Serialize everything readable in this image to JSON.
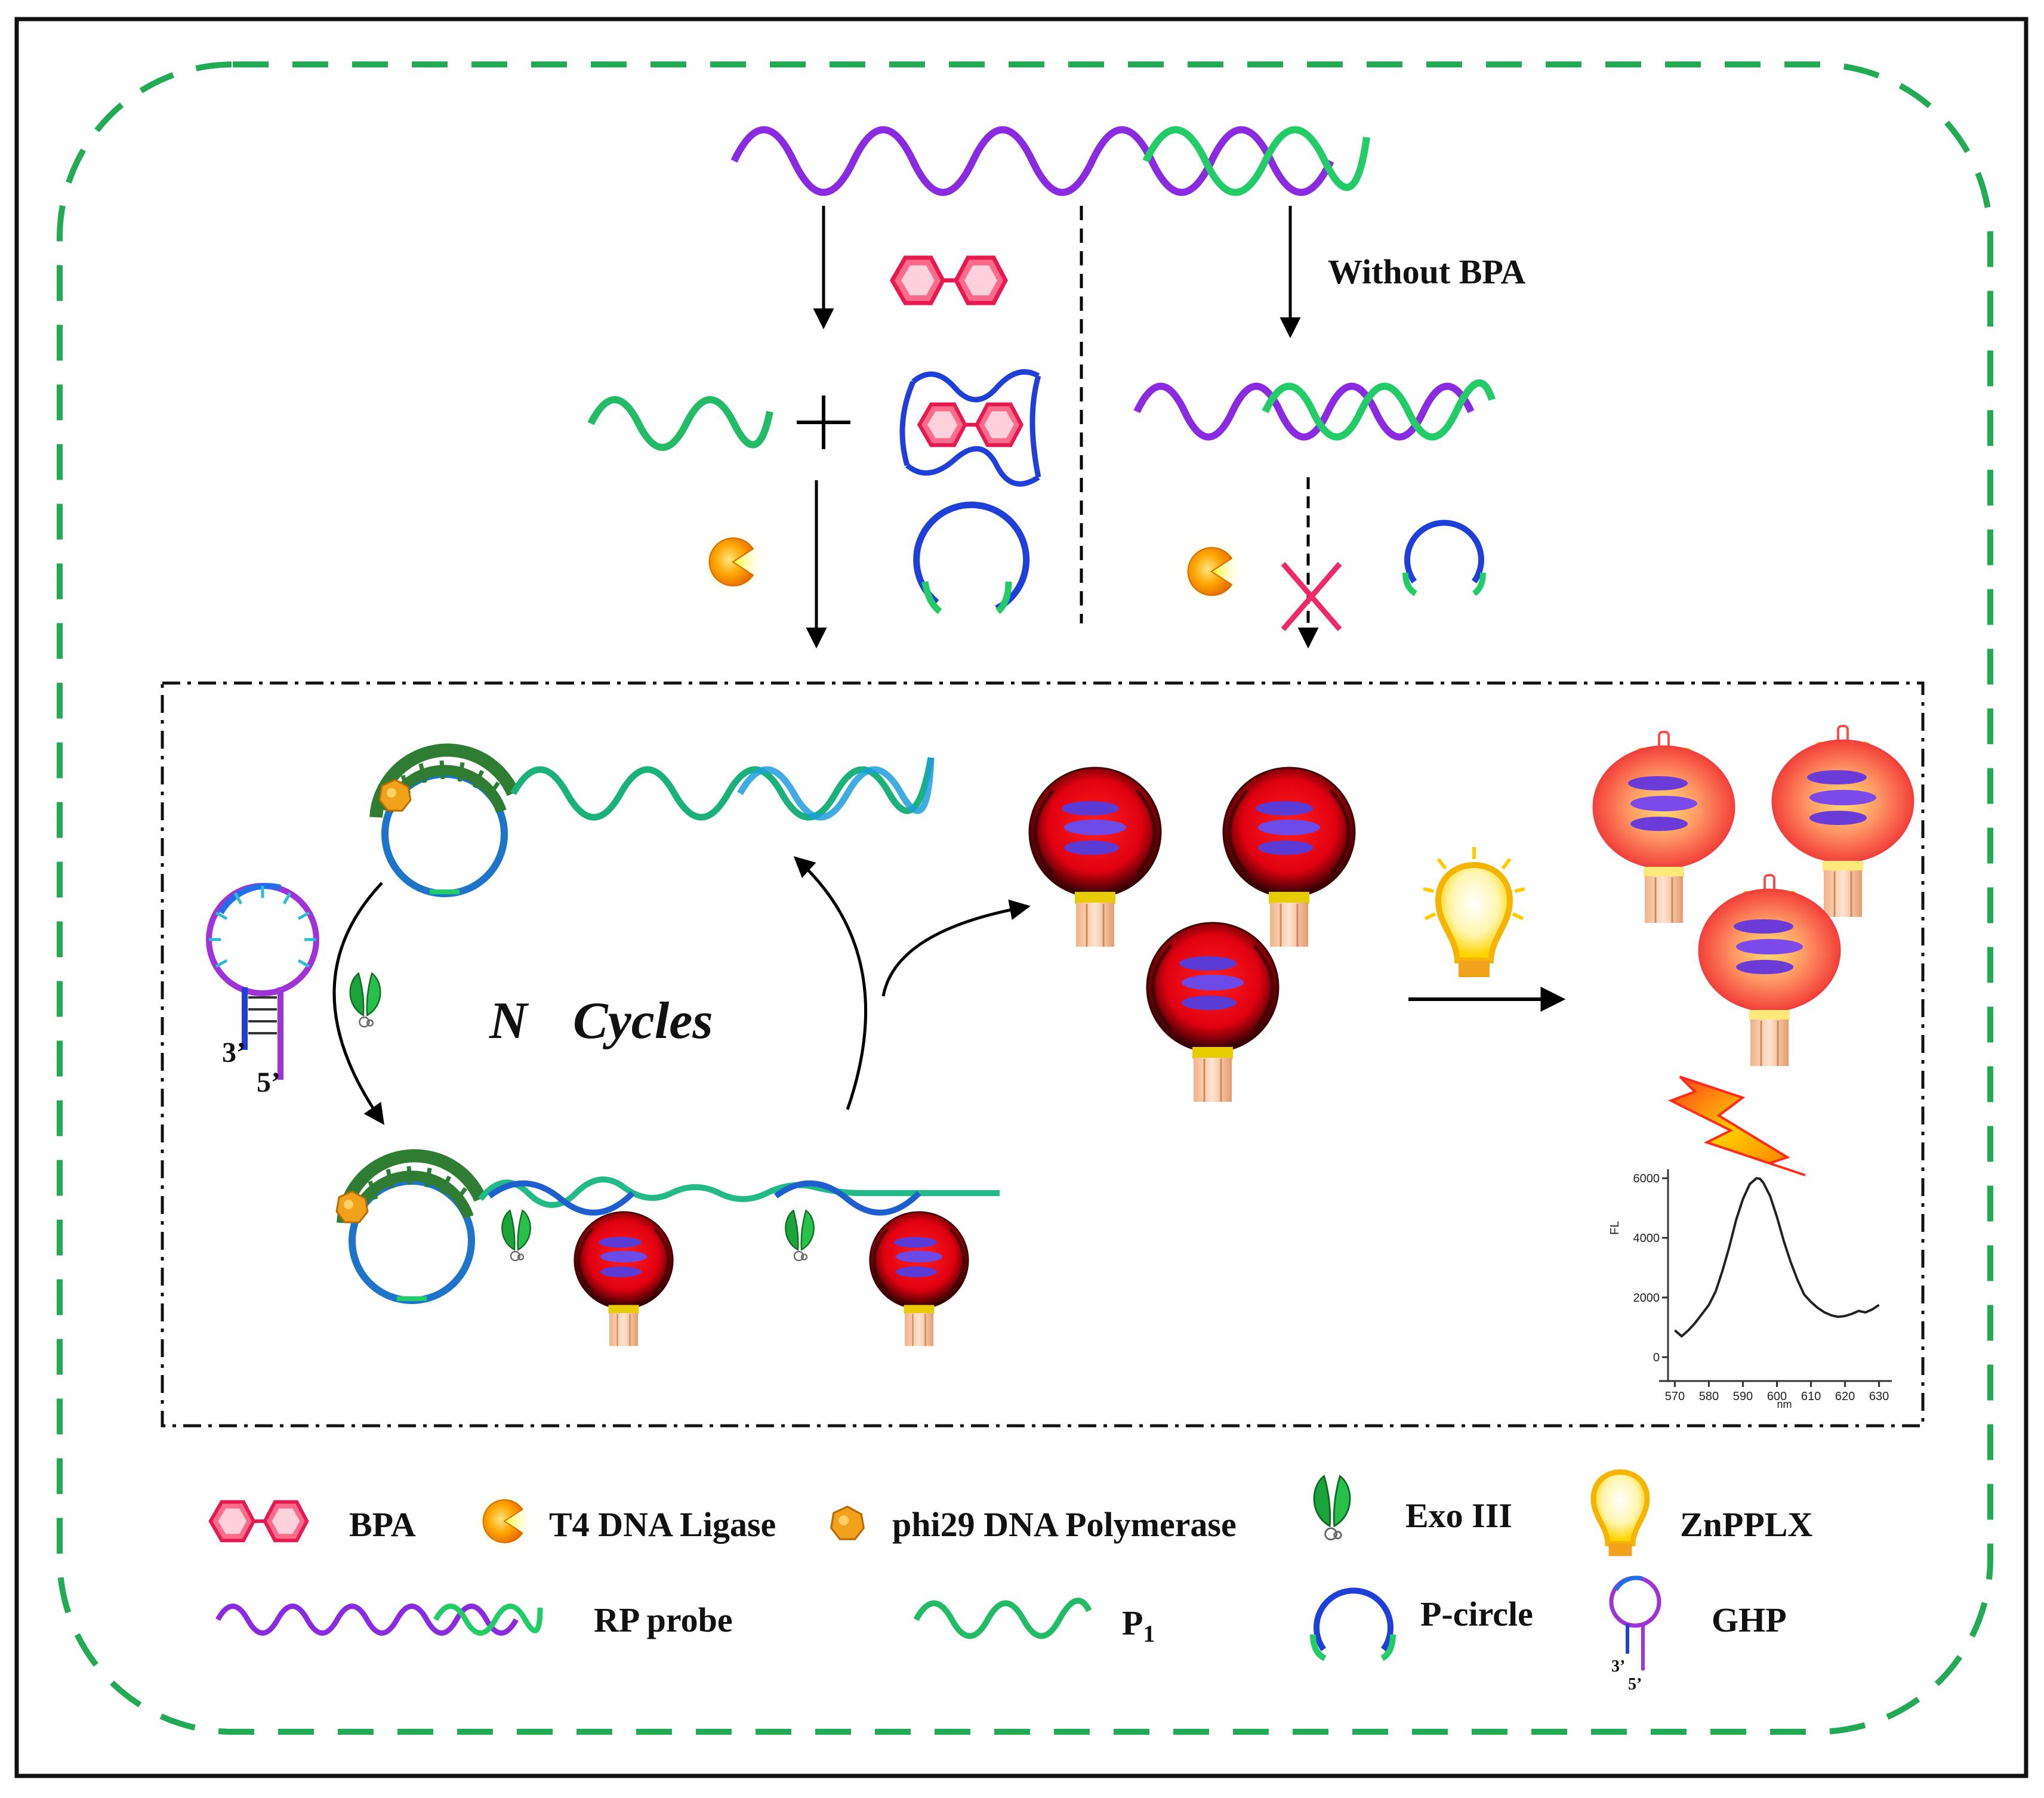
{
  "labels": {
    "without_bpa": "Without BPA",
    "cycles_n": "N",
    "cycles_word": "Cycles",
    "ghp_3prime": "3’",
    "ghp_5prime": "5’"
  },
  "legend": {
    "bpa": "BPA",
    "t4_ligase": "T4 DNA Ligase",
    "phi29": "phi29 DNA Polymerase",
    "exo3": "Exo III",
    "znpplx": "ZnPPLX",
    "rp_probe": "RP probe",
    "p1_letter": "P",
    "p1_sub": "1",
    "p_circle": "P-circle",
    "ghp": "GHP",
    "ghp_3prime": "3’",
    "ghp_5prime": "5’"
  },
  "chart_data": {
    "type": "line",
    "ylabel": "FL",
    "xlabel": "nm",
    "x_ticks": [
      570,
      580,
      590,
      600,
      610,
      620,
      630
    ],
    "y_ticks": [
      0,
      2000,
      4000,
      6000
    ],
    "xlim": [
      568,
      632
    ],
    "ylim": [
      -200,
      6300
    ],
    "x": [
      570,
      572,
      574,
      576,
      578,
      580,
      582,
      584,
      586,
      588,
      590,
      592,
      594,
      595,
      596,
      598,
      600,
      602,
      604,
      606,
      608,
      610,
      612,
      614,
      616,
      618,
      620,
      622,
      624,
      626,
      628,
      630
    ],
    "y": [
      900,
      700,
      900,
      1150,
      1450,
      1750,
      2200,
      2900,
      3700,
      4600,
      5300,
      5800,
      6000,
      5980,
      5850,
      5400,
      4700,
      3900,
      3200,
      2600,
      2100,
      1850,
      1650,
      1500,
      1400,
      1350,
      1380,
      1450,
      1550,
      1500,
      1600,
      1750
    ]
  },
  "colors": {
    "outer_border": "#22aa55",
    "purple_strand": "#8a2be2",
    "green_strand": "#22cc66",
    "blue_strand": "#1e5fcf",
    "bpa_hex": "#ee2a6b",
    "lantern_red": "#e8141e",
    "cross": "#ee2a6b"
  }
}
